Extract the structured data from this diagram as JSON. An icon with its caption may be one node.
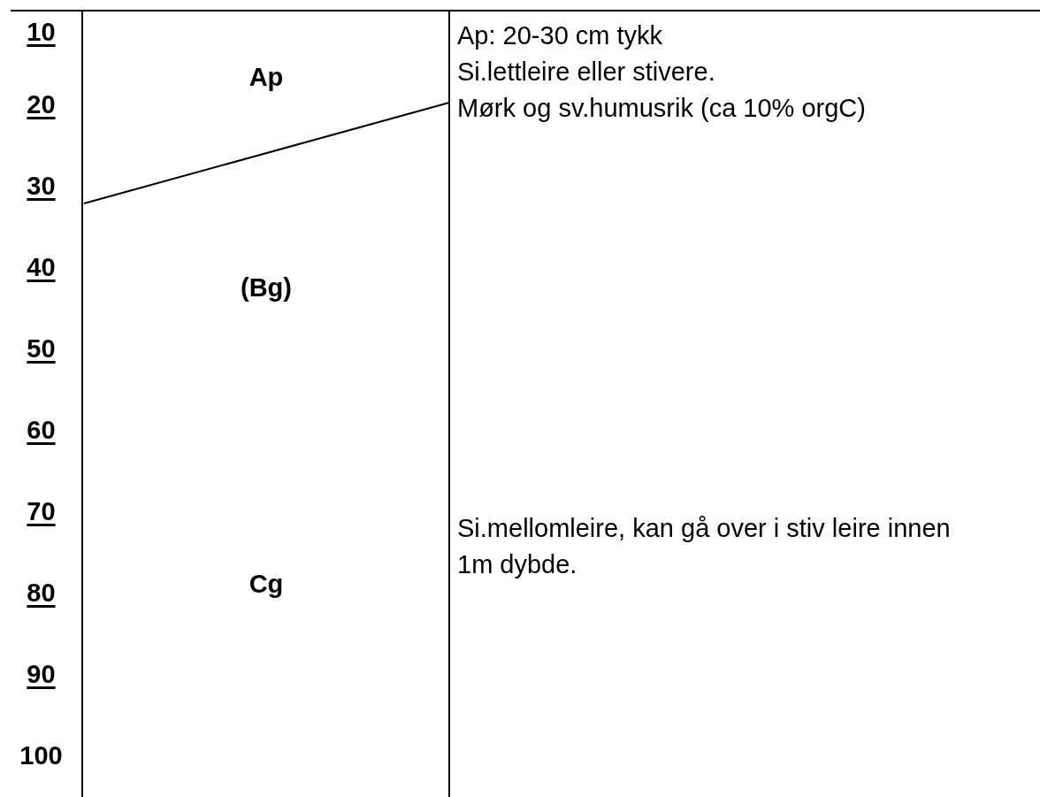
{
  "diagram": {
    "labels": [
      "10",
      "20",
      "30",
      "40",
      "50",
      "60",
      "70",
      "80",
      "90",
      "100",
      "Ap",
      "(Bg)",
      "Cg",
      "Ap: 20-30 cm tykk",
      "Si.lettleire eller stivere.",
      "Mørk og sv.humusrik (ca 10% orgC)",
      "Si.mellomleire, kan gå over i stiv leire innen 1m dybde."
    ]
  }
}
